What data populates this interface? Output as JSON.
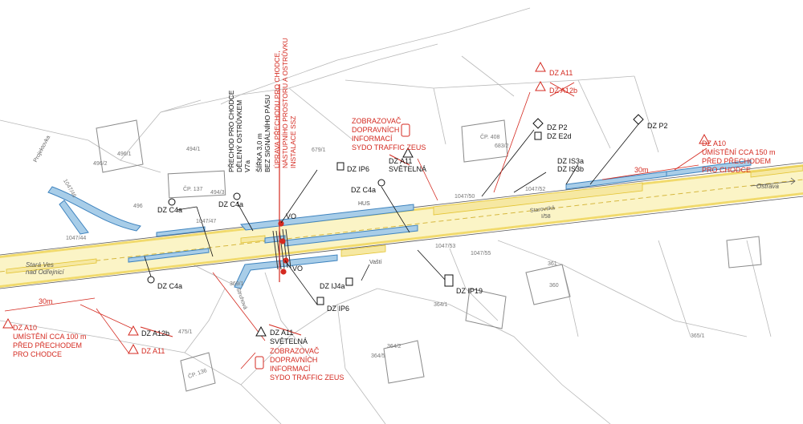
{
  "colors": {
    "red": "#d42a20",
    "road_yellow": "#f5e79a",
    "water_blue": "#a8cde8",
    "black": "#111111",
    "grey": "#9a9a9a"
  },
  "signs": {
    "c4a_1": "DZ C4a",
    "c4a_2": "DZ C4a",
    "c4a_3": "DZ C4a",
    "c4a_4": "DZ C4a",
    "ip6_top": "DZ IP6",
    "ip6_bottom": "DZ IP6",
    "ip19": "DZ IP19",
    "ij4a": "DZ IJ4a",
    "p2_1": "DZ P2",
    "e2d": "DZ E2d",
    "p2_2": "DZ P2",
    "is3a": "DZ IS3a",
    "is3b": "DZ IS3b",
    "a11_top": "DZ A11",
    "a12b_top": "DZ A12b",
    "a11_light_top_1": "DZ A11",
    "a11_light_top_2": "SVĚTELNÁ",
    "a11_light_bottom_1": "DZ A11",
    "a11_light_bottom_2": "SVĚTELNÁ",
    "a12b_bottom": "DZ A12b",
    "a11_bottom": "DZ A11",
    "vo_top": "VO",
    "vo_bottom": "VO"
  },
  "notes": {
    "zeus_top": [
      "ZOBRAZOVAČ",
      "DOPRAVNÍCH",
      "INFORMACÍ",
      "SYDO TRAFFIC ZEUS"
    ],
    "zeus_bottom": [
      "ZOBRAZOVAČ",
      "DOPRAVNÍCH",
      "INFORMACÍ",
      "SYDO TRAFFIC ZEUS"
    ],
    "a10_left": [
      "DZ A10",
      "UMÍSTĚNÍ CCA 100 m",
      "PŘED PŘECHODEM",
      "PRO CHODCE"
    ],
    "a10_right": [
      "DZ A10",
      "UMÍSTĚNÍ CCA 150 m",
      "PŘED PŘECHODEM",
      "PRO CHODCE"
    ],
    "dim_left": "30m",
    "dim_right": "30m",
    "vertical_black_1": [
      "PŘECHOD PRO CHODCE",
      "DĚLENÝ OSTRŮVKEM",
      "V7a"
    ],
    "vertical_black_2": [
      "ŠÍŘKA 3,0 m",
      "BEZ SIGNÁLNÍHO PÁSU"
    ],
    "vertical_red": [
      "ÚPRAVA PŘECHODU PRO CHODCE,",
      "NÁSTUPNÍHO PROSTORU A OSTRŮVKU",
      "INSTALACE SSZ"
    ]
  },
  "places": {
    "stara_ves": "Stará Ves",
    "nad_odrejnici": "nad Odřejnicí",
    "ostrava": "Ostrava",
    "starovska": "Starovská",
    "road_no": "I/58",
    "projektovka": "Projektovka",
    "struhova": "Struhová",
    "hus": "HUS",
    "vasti": "Vaští",
    "cp137": "ČP. 137",
    "cp408": "ČP. 408",
    "cp136": "ČP. 136"
  },
  "parcels": {
    "p496_1": "496/1",
    "p496_2": "496/2",
    "p494_1": "494/1",
    "p494_3": "494/3",
    "p496": "496",
    "p679_1": "679/1",
    "p1047_44": "1047/44",
    "p1047_46": "1047/46",
    "p1047_47": "1047/47",
    "p1047_52": "1047/52",
    "p1047_53": "1047/53",
    "p1047_55": "1047/55",
    "p1047_50": "1047/50",
    "p683_2": "683/2",
    "p361": "361",
    "p360": "360",
    "p364_1": "364/1",
    "p364_2": "364/2",
    "p364_5": "364/5",
    "p365_1": "365/1",
    "p475_1": "475/1",
    "p369_1": "369/1"
  }
}
